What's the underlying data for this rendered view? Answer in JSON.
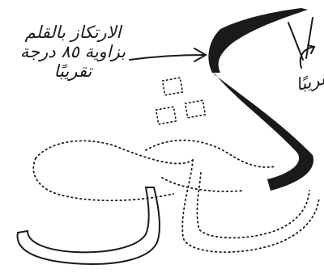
{
  "annotation": {
    "lines": [
      "الارتكاز بالقلم",
      "بزاوية ٨٥ درجة",
      "تقريبًا"
    ],
    "side_text": "تقريبًا"
  },
  "colors": {
    "ink": "#1a1a1a",
    "paper": "#ffffff"
  }
}
